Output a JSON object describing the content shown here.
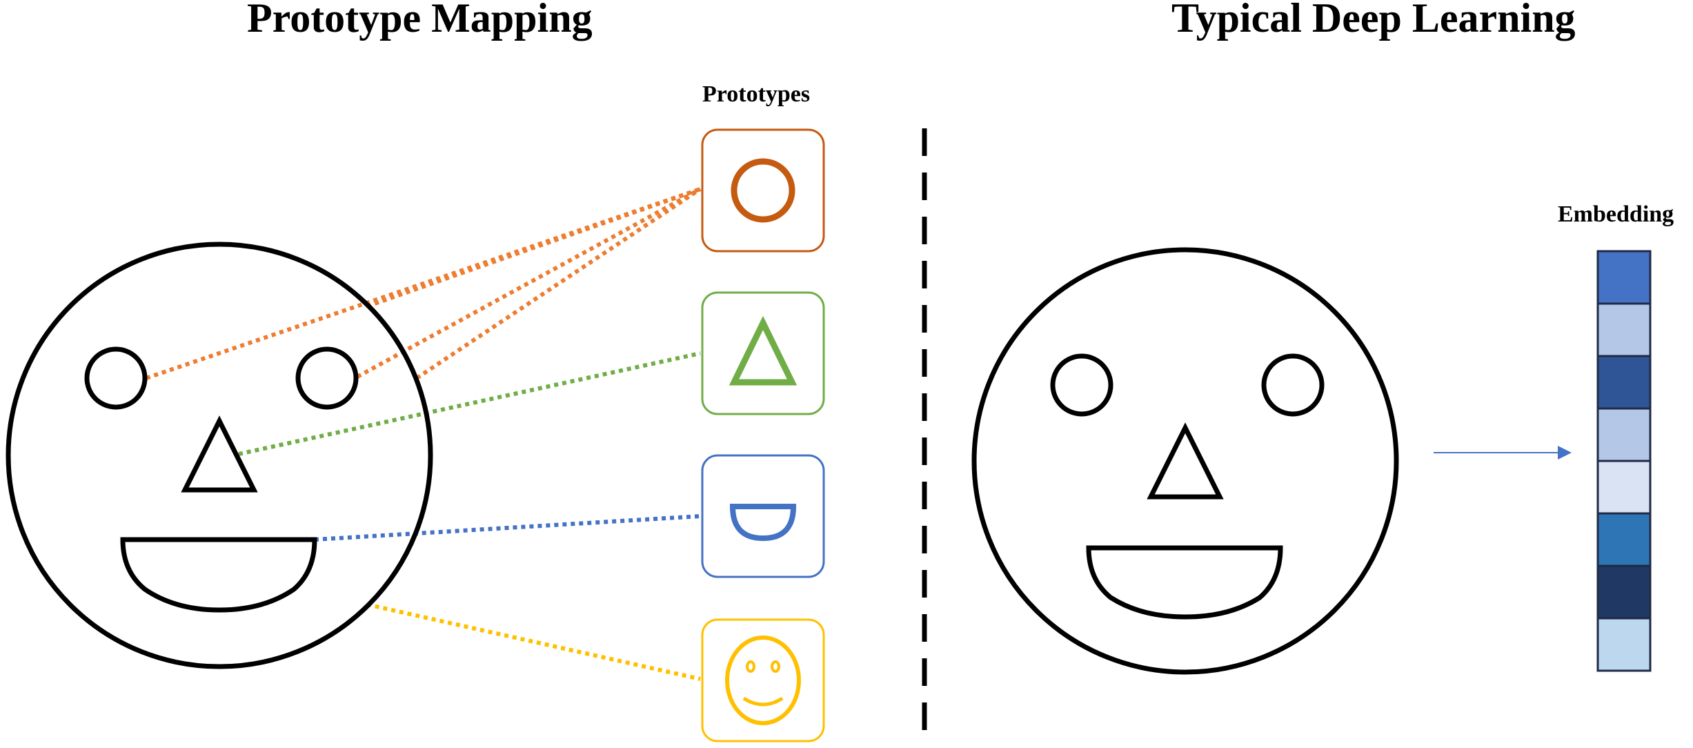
{
  "left_panel": {
    "title": "Prototype Mapping",
    "prototypes_label": "Prototypes",
    "prototypes": [
      {
        "name": "circle",
        "color": "#C55A11"
      },
      {
        "name": "triangle",
        "color": "#70AD47"
      },
      {
        "name": "half-disc",
        "color": "#4472C4"
      },
      {
        "name": "face",
        "color": "#FFC000"
      }
    ],
    "connector_colors": {
      "orange": "#ED7D31",
      "green": "#70AD47",
      "blue": "#4472C4",
      "yellow": "#FFC000"
    }
  },
  "right_panel": {
    "title": "Typical Deep Learning",
    "embedding_label": "Embedding",
    "embedding_cells": [
      "#4472C4",
      "#B4C7E7",
      "#2F5597",
      "#B4C7E7",
      "#DAE3F3",
      "#2E75B6",
      "#203864",
      "#BDD7EE"
    ],
    "arrow_color": "#4472C4"
  }
}
